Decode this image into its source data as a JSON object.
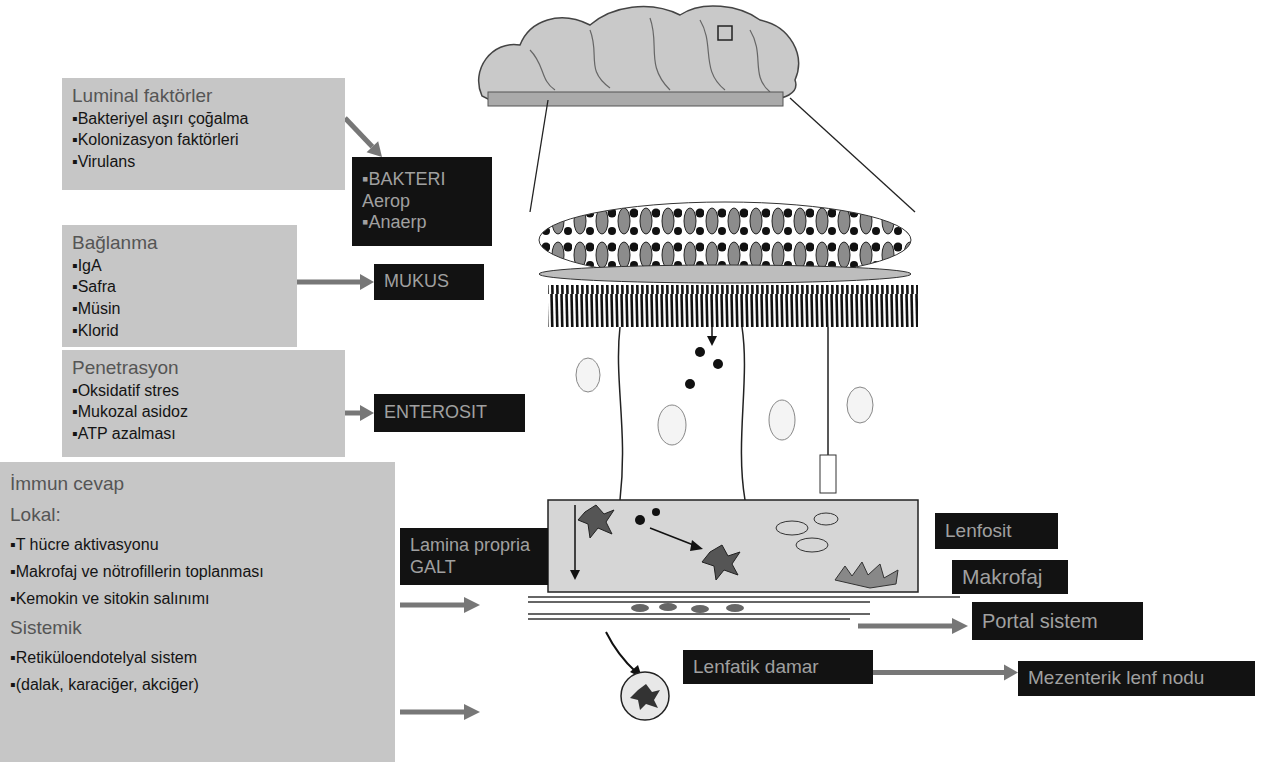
{
  "diagram": {
    "nodes": [
      {
        "text": [
          "Luminal faktörler",
          "▪Bakteriyel aşırı çoğalma",
          "▪Kolonizasyon faktörleri",
          "▪Virulans"
        ]
      },
      {
        "text": [
          "▪BAKTERI",
          "Aerop",
          "▪Anaerp"
        ]
      },
      {
        "text": [
          "Bağlanma",
          "▪IgA",
          "▪Safra",
          "▪Müsin",
          "▪Klorid"
        ]
      },
      {
        "text": [
          "MUKUS"
        ]
      },
      {
        "text": [
          "Penetrasyon",
          "▪Oksidatif stres",
          "▪Mukozal asidoz",
          "▪ATP azalması"
        ]
      },
      {
        "text": [
          "ENTEROSIT"
        ]
      },
      {
        "text": [
          "İmmun cevap",
          "Lokal:",
          "▪T hücre aktivasyonu",
          "▪Makrofaj ve nötrofillerin toplanması",
          "▪Kemokin ve sitokin salınımı",
          "Sistemik",
          "▪Retiküloendotelyal sistem",
          "▪(dalak, karaciğer, akciğer)"
        ]
      },
      {
        "text": [
          "Lamina propria",
          "GALT"
        ]
      },
      {
        "text": [
          "Lenfosit"
        ]
      },
      {
        "text": [
          "Makrofaj"
        ]
      },
      {
        "text": [
          "Portal sistem"
        ]
      },
      {
        "text": [
          "Lenfatik damar"
        ]
      },
      {
        "text": [
          "Mezenterik lenf nodu"
        ]
      }
    ],
    "edges": [
      {
        "from": 0,
        "to": 1,
        "arrow": "to"
      },
      {
        "from": 2,
        "to": 3,
        "arrow": "to"
      },
      {
        "from": 4,
        "to": 5,
        "arrow": "to"
      },
      {
        "from": 11,
        "to": 12,
        "arrow": "to"
      }
    ]
  }
}
